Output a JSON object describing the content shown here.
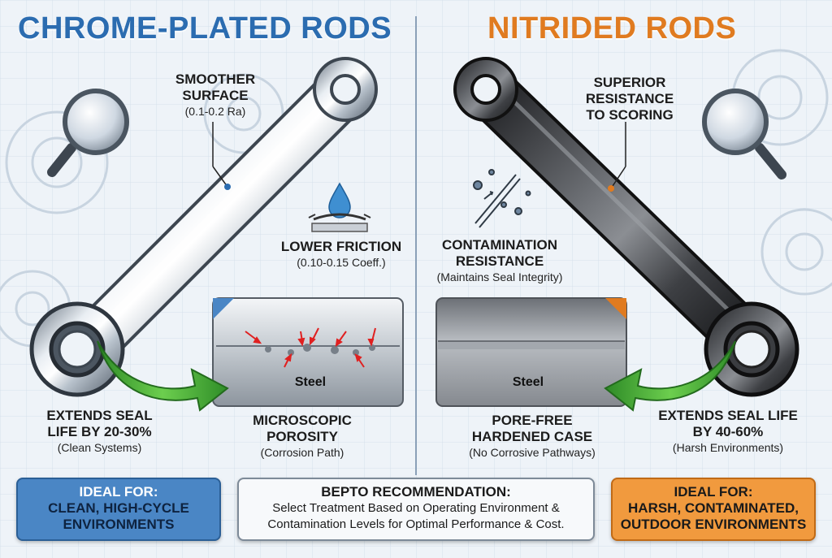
{
  "colors": {
    "left_accent": "#2b6cb0",
    "right_accent": "#e07b20",
    "arrow_green": "#4cae3a",
    "blue_box": "#4a86c5",
    "orange_box": "#f19a3e",
    "divider": "#8aa0b8"
  },
  "left": {
    "title": "CHROME-PLATED RODS",
    "surface_heading": [
      "SMOOTHER",
      "SURFACE"
    ],
    "surface_value": "(0.1-0.2 Ra)",
    "friction_heading": "LOWER FRICTION",
    "friction_value": "(0.10-0.15 Coeff.)",
    "seal_heading": [
      "EXTENDS SEAL",
      "LIFE BY 20-30%"
    ],
    "seal_note": "(Clean Systems)",
    "porosity_heading": [
      "MICROSCOPIC",
      "POROSITY"
    ],
    "porosity_note": "(Corrosion Path)",
    "steel_label": "Steel",
    "ideal_box": [
      "IDEAL FOR:",
      "CLEAN, HIGH-CYCLE",
      "ENVIRONMENTS"
    ]
  },
  "right": {
    "title": "NITRIDED RODS",
    "scoring_heading": [
      "SUPERIOR",
      "RESISTANCE",
      "TO SCORING"
    ],
    "contam_heading": [
      "CONTAMINATION",
      "RESISTANCE"
    ],
    "contam_note": "(Maintains Seal Integrity)",
    "case_heading": [
      "PORE-FREE",
      "HARDENED CASE"
    ],
    "case_note": "(No Corrosive Pathways)",
    "seal_heading": [
      "EXTENDS SEAL LIFE",
      "BY 40-60%"
    ],
    "seal_note": "(Harsh Environments)",
    "steel_label": "Steel",
    "ideal_box": [
      "IDEAL FOR:",
      "HARSH, CONTAMINATED,",
      "OUTDOOR ENVIRONMENTS"
    ]
  },
  "recommendation": {
    "heading": "BEPTO RECOMMENDATION:",
    "line1": "Select Treatment Based on Operating Environment &",
    "line2": "Contamination Levels for Optimal Performance & Cost."
  },
  "icons": {
    "magnifier": "magnifier-icon",
    "gear": "gear-icon",
    "droplet": "water-droplet-icon",
    "contamination": "contamination-icon",
    "arrow": "curved-arrow-icon"
  }
}
